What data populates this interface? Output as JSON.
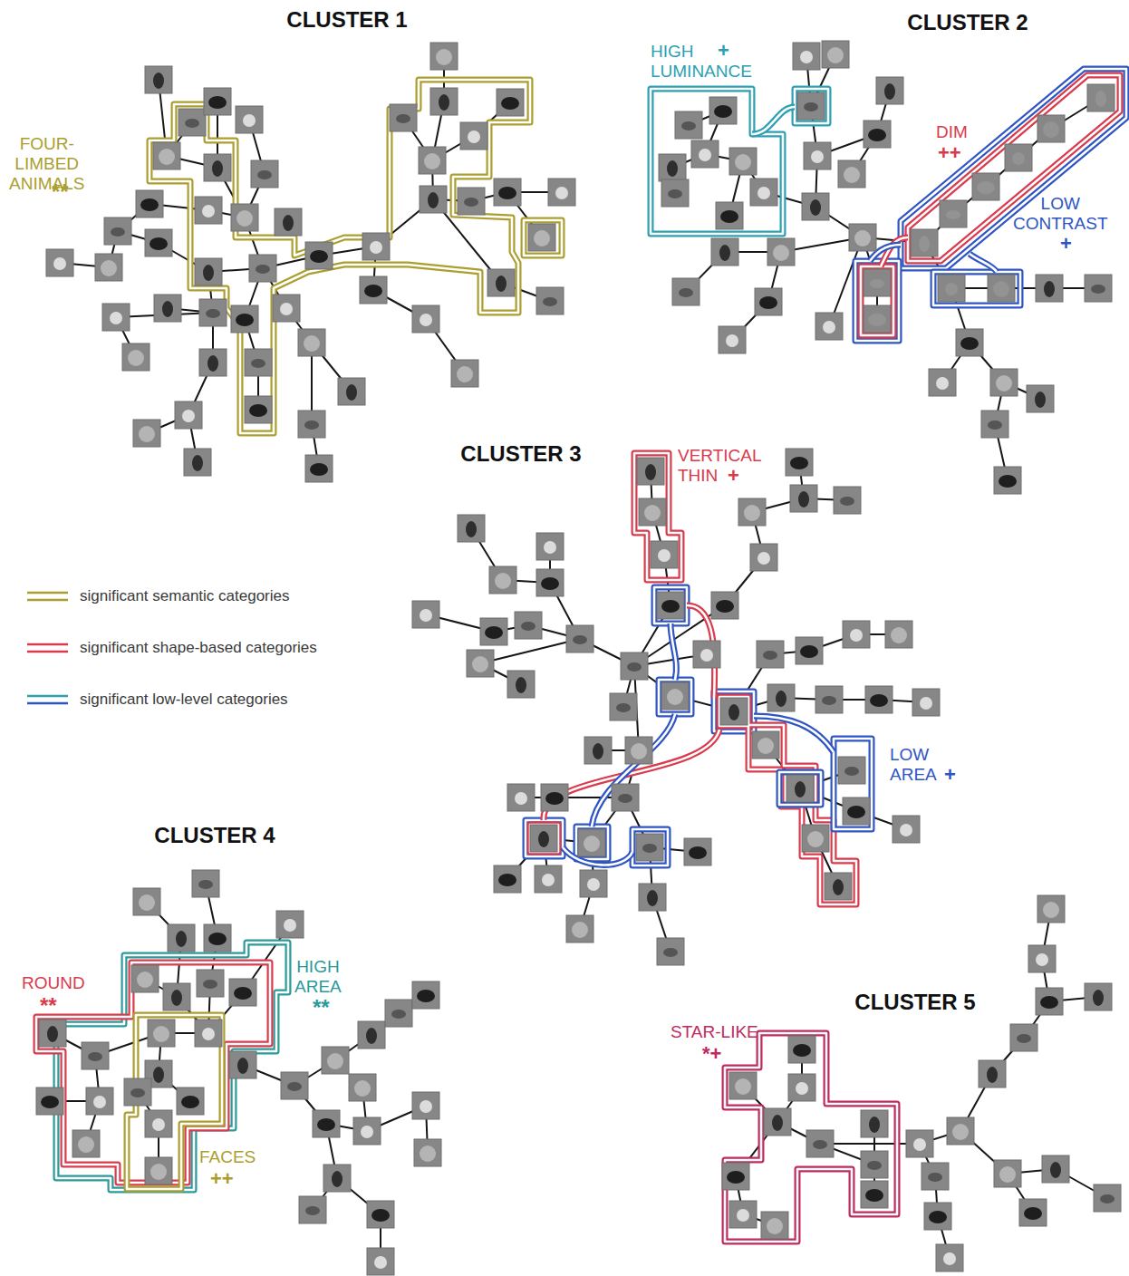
{
  "diagram": {
    "labels": [
      "CLUSTER 1",
      "FOUR-LIMBED ANIMALS",
      "**",
      "CLUSTER 2",
      "HIGH LUMINANCE",
      "+",
      "DIM",
      "++",
      "LOW CONTRAST",
      "+",
      "CLUSTER 3",
      "VERTICAL THIN",
      "+",
      "LOW AREA",
      "+",
      "CLUSTER 4",
      "ROUND",
      "**",
      "HIGH AREA",
      "**",
      "FACES",
      "++",
      "CLUSTER 5",
      "STAR-LIKE",
      "*+"
    ],
    "legend": [
      {
        "text": "significant semantic categories"
      },
      {
        "text": "significant shape-based categories"
      },
      {
        "text": "significant low-level categories"
      }
    ]
  }
}
